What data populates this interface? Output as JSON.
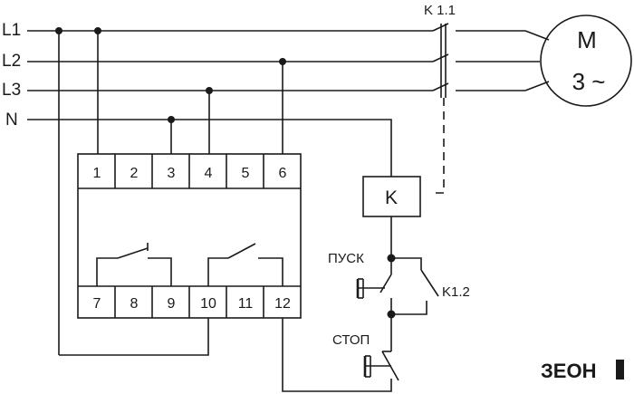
{
  "lines": {
    "l1": "L1",
    "l2": "L2",
    "l3": "L3",
    "n": "N"
  },
  "contactor": {
    "main_contact": "K 1.1",
    "coil": "K",
    "aux_contact": "K1.2"
  },
  "motor": {
    "letter": "M",
    "phases": "3 ~"
  },
  "relay": {
    "top_terminals": [
      "1",
      "2",
      "3",
      "4",
      "5",
      "6"
    ],
    "bottom_terminals": [
      "7",
      "8",
      "9",
      "10",
      "11",
      "12"
    ]
  },
  "buttons": {
    "start": "ПУСК",
    "stop": "СТОП"
  },
  "brand": {
    "logo_text": "ЗЕОН"
  }
}
